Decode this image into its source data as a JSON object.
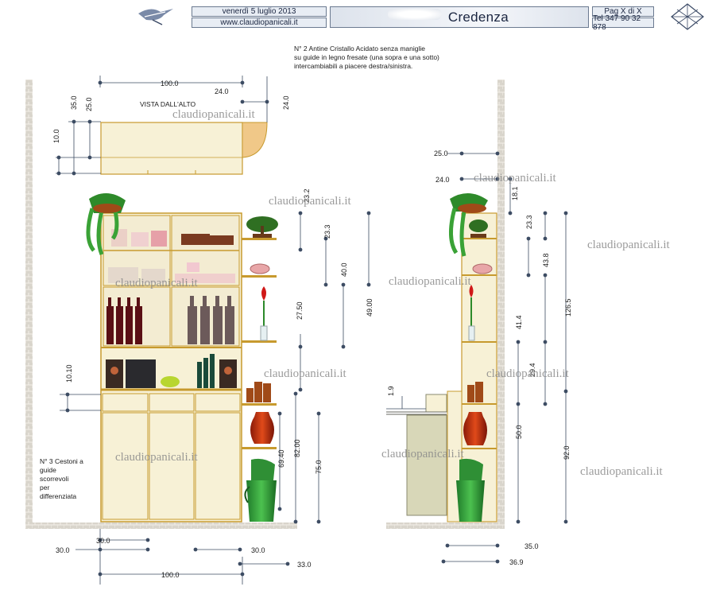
{
  "header": {
    "date": "venerdì 5 luglio 2013",
    "website": "www.claudiopanicali.it",
    "title": "Credenza",
    "page": "Pag X di X",
    "phone": "Tel 347 90 32 878"
  },
  "notes": {
    "top_note": "N° 2 Antine Cristallo Acidato senza maniglie\nsu guide in legno fresate (una sopra e una sotto)\nintercambiabili a piacere destra/sinistra.",
    "top_view_label": "VISTA DALL'ALTO",
    "baskets_note": "N° 3 Cestoni a\nguide\nscorrevoli\nper\ndifferenziata"
  },
  "watermark": "claudiopanicali.it",
  "dimensions": {
    "top_width": "100.0",
    "top_corner": "24.0",
    "top_side_35": "35.0",
    "top_side_25": "25.0",
    "top_side_10": "10.0",
    "top_right_24": "24.0",
    "front_23_2": "23.2",
    "front_23_3": "23.3",
    "front_40": "40.0",
    "front_49": "49.00",
    "front_27_5": "27.50",
    "front_10_1": "10.10",
    "front_82": "82.00",
    "front_69_4": "69.40",
    "front_75": "75.0",
    "bottom_30_a": "30.0",
    "bottom_30_b": "30.0",
    "bottom_30_c": "30.0",
    "bottom_100": "100.0",
    "bottom_33": "33.0",
    "side_25": "25.0",
    "side_24": "24.0",
    "side_18_1": "18.1",
    "side_23_3": "23.3",
    "side_43_8": "43.8",
    "side_126_5": "126.5",
    "side_41_4": "41.4",
    "side_29_4": "29.4",
    "side_50": "50.0",
    "side_92": "92.0",
    "side_1_9": "1.9",
    "side_35": "35.0",
    "side_36_9": "36.9"
  },
  "colors": {
    "cabinet_fill": "#f7f1d6",
    "cabinet_edge": "#c79a2e",
    "wall_brick": "#d9d5cc",
    "header_bg": "#e8edf4",
    "dim_line": "#3d4c63",
    "watermark": "#8a8a8a"
  }
}
